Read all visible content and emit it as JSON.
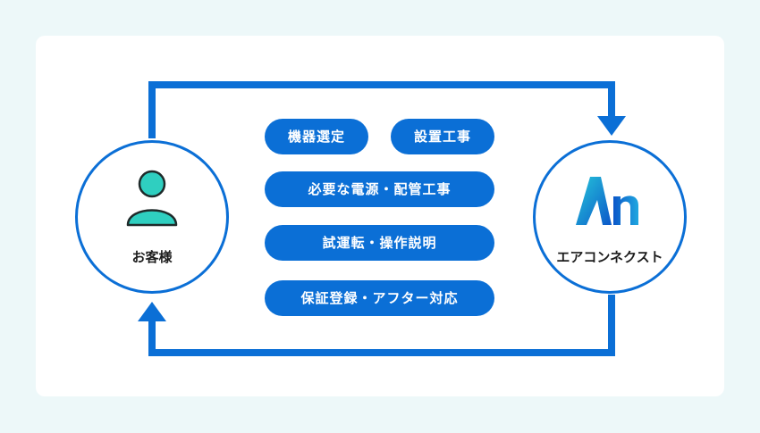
{
  "customer": {
    "label": "お客様"
  },
  "company": {
    "label": "エアコンネクスト",
    "logo_text": "An"
  },
  "services": [
    "機器選定",
    "設置工事",
    "必要な電源・配管工事",
    "試運転・操作説明",
    "保証登録・アフター対応"
  ],
  "colors": {
    "primary": "#0b6fd6",
    "accent": "#2fcfc0",
    "background": "#edf8f9"
  }
}
